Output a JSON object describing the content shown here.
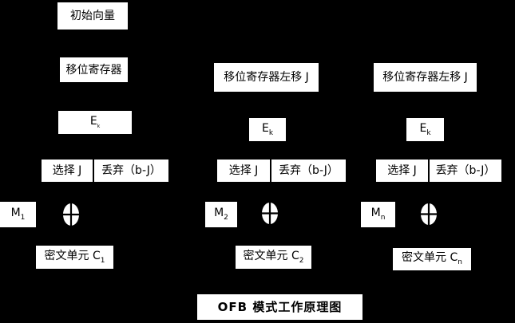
{
  "title": "OFB 模式工作原理图",
  "colors": {
    "background": "#000000",
    "box_fill": "#ffffff",
    "text": "#000000"
  },
  "columns": [
    {
      "source_label": "初始向量",
      "register_label": "移位寄存器",
      "cipher_base": "E",
      "cipher_sub": "k",
      "select_label": "选择 J",
      "discard_label": "丢弃（b-J）",
      "message_base": "M",
      "message_sub": "1",
      "xor_symbol": "⊕",
      "output_base": "密文单元 C",
      "output_sub": "1"
    },
    {
      "register_label": "移位寄存器左移 J",
      "cipher_base": "E",
      "cipher_sub": "k",
      "select_label": "选择 J",
      "discard_label": "丢弃（b-J）",
      "message_base": "M",
      "message_sub": "2",
      "xor_symbol": "⊕",
      "output_base": "密文单元 C",
      "output_sub": "2"
    },
    {
      "register_label": "移位寄存器左移 J",
      "cipher_base": "E",
      "cipher_sub": "k",
      "select_label": "选择 J",
      "discard_label": "丢弃（b-J）",
      "message_base": "M",
      "message_sub": "n",
      "xor_symbol": "⊕",
      "output_base": "密文单元 C",
      "output_sub": "n"
    }
  ]
}
